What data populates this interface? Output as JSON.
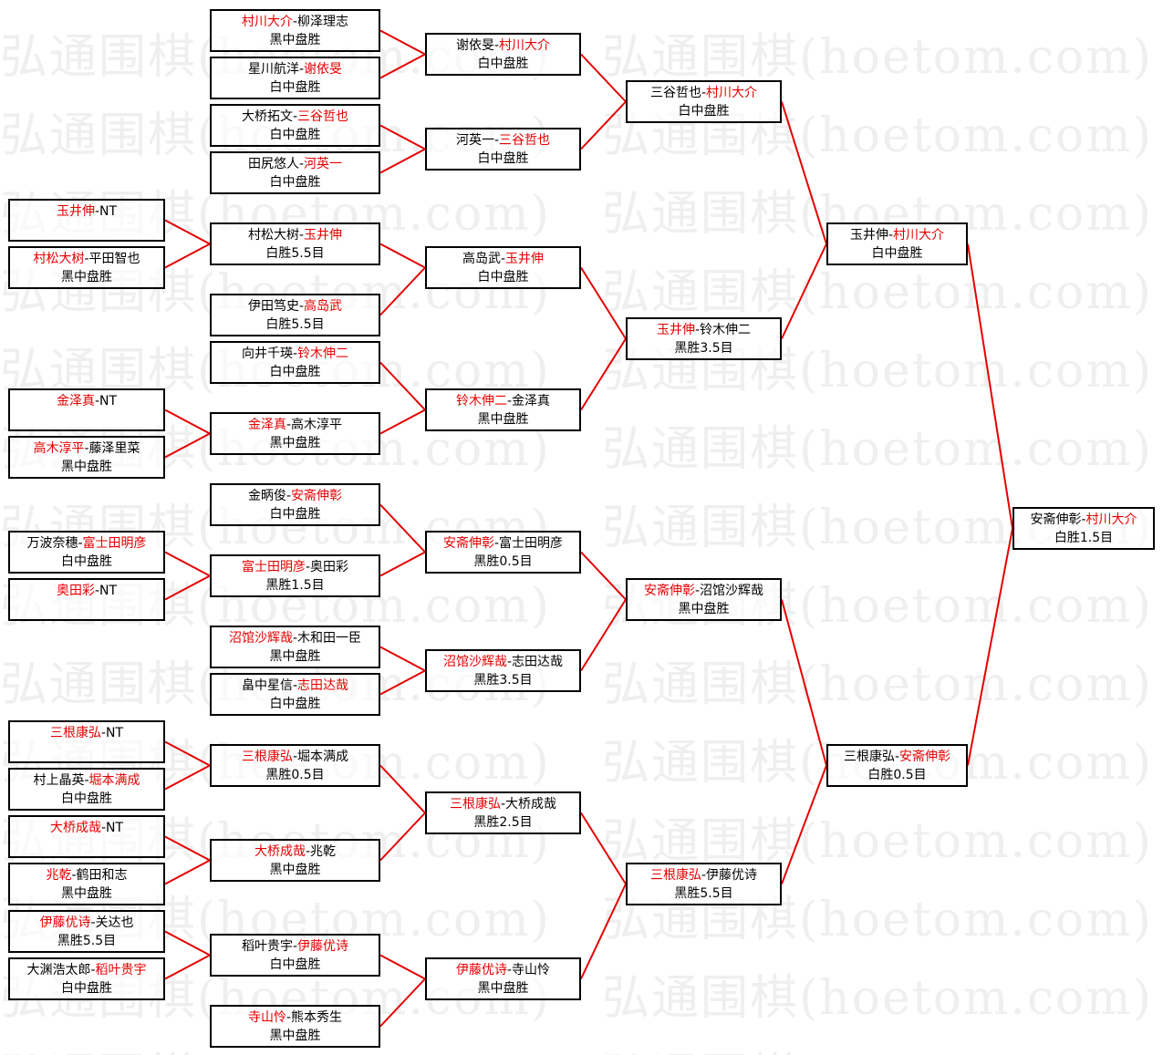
{
  "watermark": "弘通围棋(hoetom.com)",
  "separator": "-",
  "colors": {
    "winner": "#e60000",
    "line": "#e60000",
    "border": "#000000"
  },
  "matches": [
    {
      "id": "m1",
      "left": "村川大介",
      "right": "柳泽理志",
      "winner": "left",
      "result": "黑中盘胜"
    },
    {
      "id": "m2",
      "left": "星川航洋",
      "right": "谢依旻",
      "winner": "right",
      "result": "白中盘胜"
    },
    {
      "id": "m3",
      "left": "大桥拓文",
      "right": "三谷哲也",
      "winner": "right",
      "result": "白中盘胜"
    },
    {
      "id": "m4",
      "left": "田尻悠人",
      "right": "河英一",
      "winner": "right",
      "result": "白中盘胜"
    },
    {
      "id": "a1",
      "left": "玉井伸",
      "right": "NT",
      "winner": "left",
      "result": ""
    },
    {
      "id": "a2",
      "left": "村松大树",
      "right": "平田智也",
      "winner": "left",
      "result": "黑中盘胜"
    },
    {
      "id": "m5",
      "left": "村松大树",
      "right": "玉井伸",
      "winner": "right",
      "result": "白胜5.5目",
      "from": [
        "a1",
        "a2"
      ]
    },
    {
      "id": "m6",
      "left": "伊田笃史",
      "right": "高岛武",
      "winner": "right",
      "result": "白胜5.5目"
    },
    {
      "id": "m7",
      "left": "向井千瑛",
      "right": "铃木伸二",
      "winner": "right",
      "result": "白中盘胜"
    },
    {
      "id": "a3",
      "left": "金泽真",
      "right": "NT",
      "winner": "left",
      "result": ""
    },
    {
      "id": "a4",
      "left": "高木淳平",
      "right": "藤泽里菜",
      "winner": "left",
      "result": "黑中盘胜"
    },
    {
      "id": "m8",
      "left": "金泽真",
      "right": "高木淳平",
      "winner": "left",
      "result": "黑中盘胜",
      "from": [
        "a3",
        "a4"
      ]
    },
    {
      "id": "m9",
      "left": "金昞俊",
      "right": "安斋伸彰",
      "winner": "right",
      "result": "白中盘胜"
    },
    {
      "id": "a5",
      "left": "万波奈穗",
      "right": "富士田明彦",
      "winner": "right",
      "result": "白中盘胜"
    },
    {
      "id": "a6",
      "left": "奥田彩",
      "right": "NT",
      "winner": "left",
      "result": ""
    },
    {
      "id": "m10",
      "left": "富士田明彦",
      "right": "奥田彩",
      "winner": "left",
      "result": "黑胜1.5目",
      "from": [
        "a5",
        "a6"
      ]
    },
    {
      "id": "m11",
      "left": "沼馆沙辉哉",
      "right": "木和田一臣",
      "winner": "left",
      "result": "黑中盘胜"
    },
    {
      "id": "m12",
      "left": "畠中星信",
      "right": "志田达哉",
      "winner": "right",
      "result": "白中盘胜"
    },
    {
      "id": "a7",
      "left": "三根康弘",
      "right": "NT",
      "winner": "left",
      "result": ""
    },
    {
      "id": "a8",
      "left": "村上晶英",
      "right": "堀本满成",
      "winner": "right",
      "result": "白中盘胜"
    },
    {
      "id": "m13",
      "left": "三根康弘",
      "right": "堀本满成",
      "winner": "left",
      "result": "黑胜0.5目",
      "from": [
        "a7",
        "a8"
      ]
    },
    {
      "id": "a9",
      "left": "大桥成哉",
      "right": "NT",
      "winner": "left",
      "result": ""
    },
    {
      "id": "a10",
      "left": "兆乾",
      "right": "鹤田和志",
      "winner": "left",
      "result": "黑中盘胜"
    },
    {
      "id": "m14",
      "left": "大桥成哉",
      "right": "兆乾",
      "winner": "left",
      "result": "黑中盘胜",
      "from": [
        "a9",
        "a10"
      ]
    },
    {
      "id": "a11",
      "left": "伊藤优诗",
      "right": "关达也",
      "winner": "left",
      "result": "黑胜5.5目"
    },
    {
      "id": "a12",
      "left": "大渊浩太郎",
      "right": "稻叶贵宇",
      "winner": "right",
      "result": "白中盘胜"
    },
    {
      "id": "m15",
      "left": "稻叶贵宇",
      "right": "伊藤优诗",
      "winner": "right",
      "result": "白中盘胜",
      "from": [
        "a11",
        "a12"
      ]
    },
    {
      "id": "m16",
      "left": "寺山怜",
      "right": "熊本秀生",
      "winner": "left",
      "result": "黑中盘胜"
    },
    {
      "id": "q1",
      "left": "谢依旻",
      "right": "村川大介",
      "winner": "right",
      "result": "白中盘胜",
      "from": [
        "m1",
        "m2"
      ]
    },
    {
      "id": "q2",
      "left": "河英一",
      "right": "三谷哲也",
      "winner": "right",
      "result": "白中盘胜",
      "from": [
        "m3",
        "m4"
      ]
    },
    {
      "id": "q3",
      "left": "高岛武",
      "right": "玉井伸",
      "winner": "right",
      "result": "白中盘胜",
      "from": [
        "m5",
        "m6"
      ]
    },
    {
      "id": "q4",
      "left": "铃木伸二",
      "right": "金泽真",
      "winner": "left",
      "result": "黑中盘胜",
      "from": [
        "m7",
        "m8"
      ]
    },
    {
      "id": "q5",
      "left": "安斋伸彰",
      "right": "富士田明彦",
      "winner": "left",
      "result": "黑胜0.5目",
      "from": [
        "m9",
        "m10"
      ]
    },
    {
      "id": "q6",
      "left": "沼馆沙辉哉",
      "right": "志田达哉",
      "winner": "left",
      "result": "黑胜3.5目",
      "from": [
        "m11",
        "m12"
      ]
    },
    {
      "id": "q7",
      "left": "三根康弘",
      "right": "大桥成哉",
      "winner": "left",
      "result": "黑胜2.5目",
      "from": [
        "m13",
        "m14"
      ]
    },
    {
      "id": "q8",
      "left": "伊藤优诗",
      "right": "寺山怜",
      "winner": "left",
      "result": "黑中盘胜",
      "from": [
        "m15",
        "m16"
      ]
    },
    {
      "id": "s1",
      "left": "三谷哲也",
      "right": "村川大介",
      "winner": "right",
      "result": "白中盘胜",
      "from": [
        "q1",
        "q2"
      ]
    },
    {
      "id": "s2",
      "left": "玉井伸",
      "right": "铃木伸二",
      "winner": "left",
      "result": "黑胜3.5目",
      "from": [
        "q3",
        "q4"
      ]
    },
    {
      "id": "s3",
      "left": "安斋伸彰",
      "right": "沼馆沙辉哉",
      "winner": "left",
      "result": "黑中盘胜",
      "from": [
        "q5",
        "q6"
      ]
    },
    {
      "id": "s4",
      "left": "三根康弘",
      "right": "伊藤优诗",
      "winner": "left",
      "result": "黑胜5.5目",
      "from": [
        "q7",
        "q8"
      ]
    },
    {
      "id": "f1",
      "left": "玉井伸",
      "right": "村川大介",
      "winner": "right",
      "result": "白中盘胜",
      "from": [
        "s1",
        "s2"
      ]
    },
    {
      "id": "f2",
      "left": "三根康弘",
      "right": "安斋伸彰",
      "winner": "right",
      "result": "白胜0.5目",
      "from": [
        "s3",
        "s4"
      ]
    },
    {
      "id": "final",
      "left": "安斋伸彰",
      "right": "村川大介",
      "winner": "right",
      "result": "白胜1.5目",
      "from": [
        "f1",
        "f2"
      ]
    }
  ]
}
